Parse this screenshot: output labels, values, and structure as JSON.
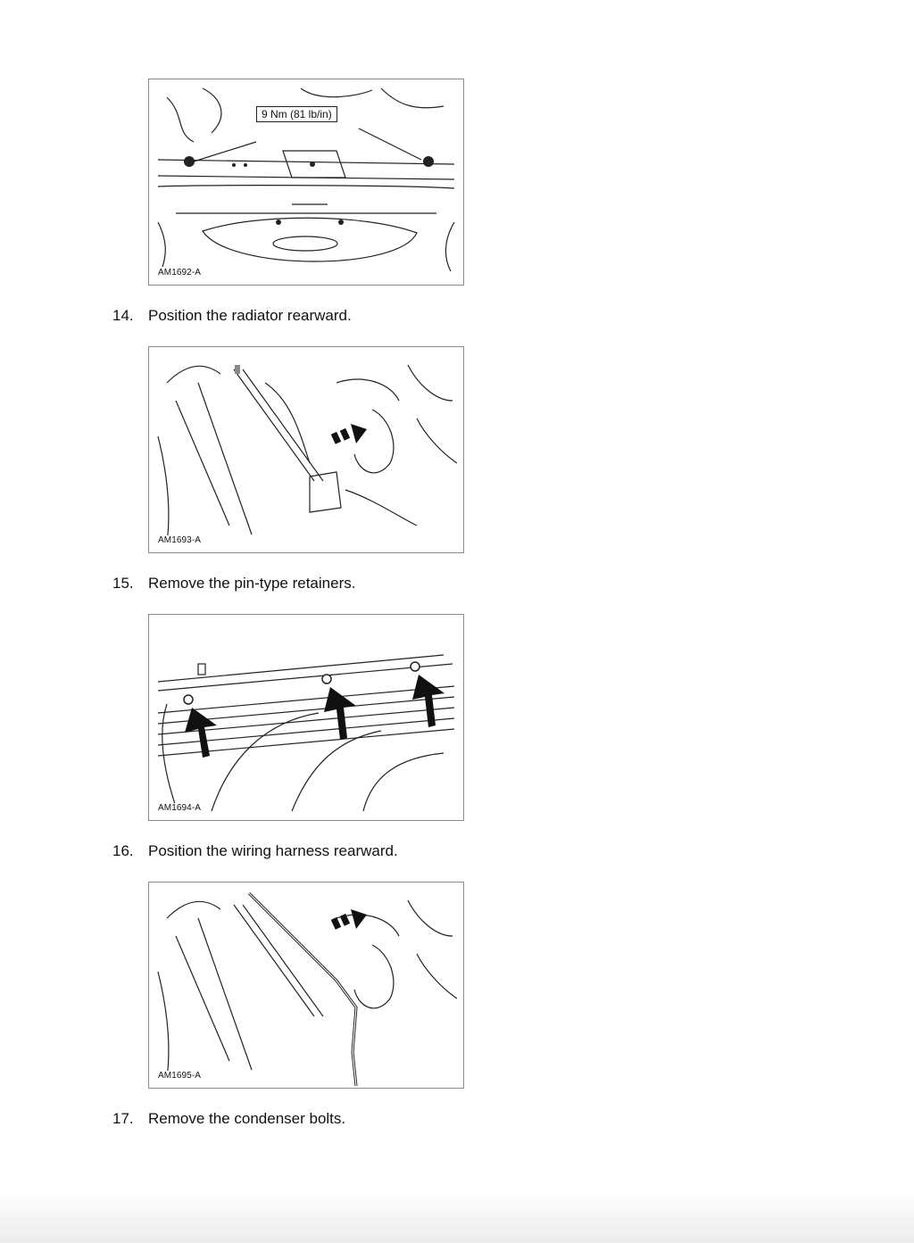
{
  "figures": [
    {
      "id": "AM1692-A",
      "callout": "9 Nm (81 lb/in)"
    },
    {
      "id": "AM1693-A"
    },
    {
      "id": "AM1694-A"
    },
    {
      "id": "AM1695-A"
    }
  ],
  "steps": [
    {
      "number": "14.",
      "text": "Position the radiator rearward."
    },
    {
      "number": "15.",
      "text": "Remove the pin-type retainers."
    },
    {
      "number": "16.",
      "text": "Position the wiring harness rearward."
    },
    {
      "number": "17.",
      "text": "Remove the condenser bolts."
    }
  ]
}
